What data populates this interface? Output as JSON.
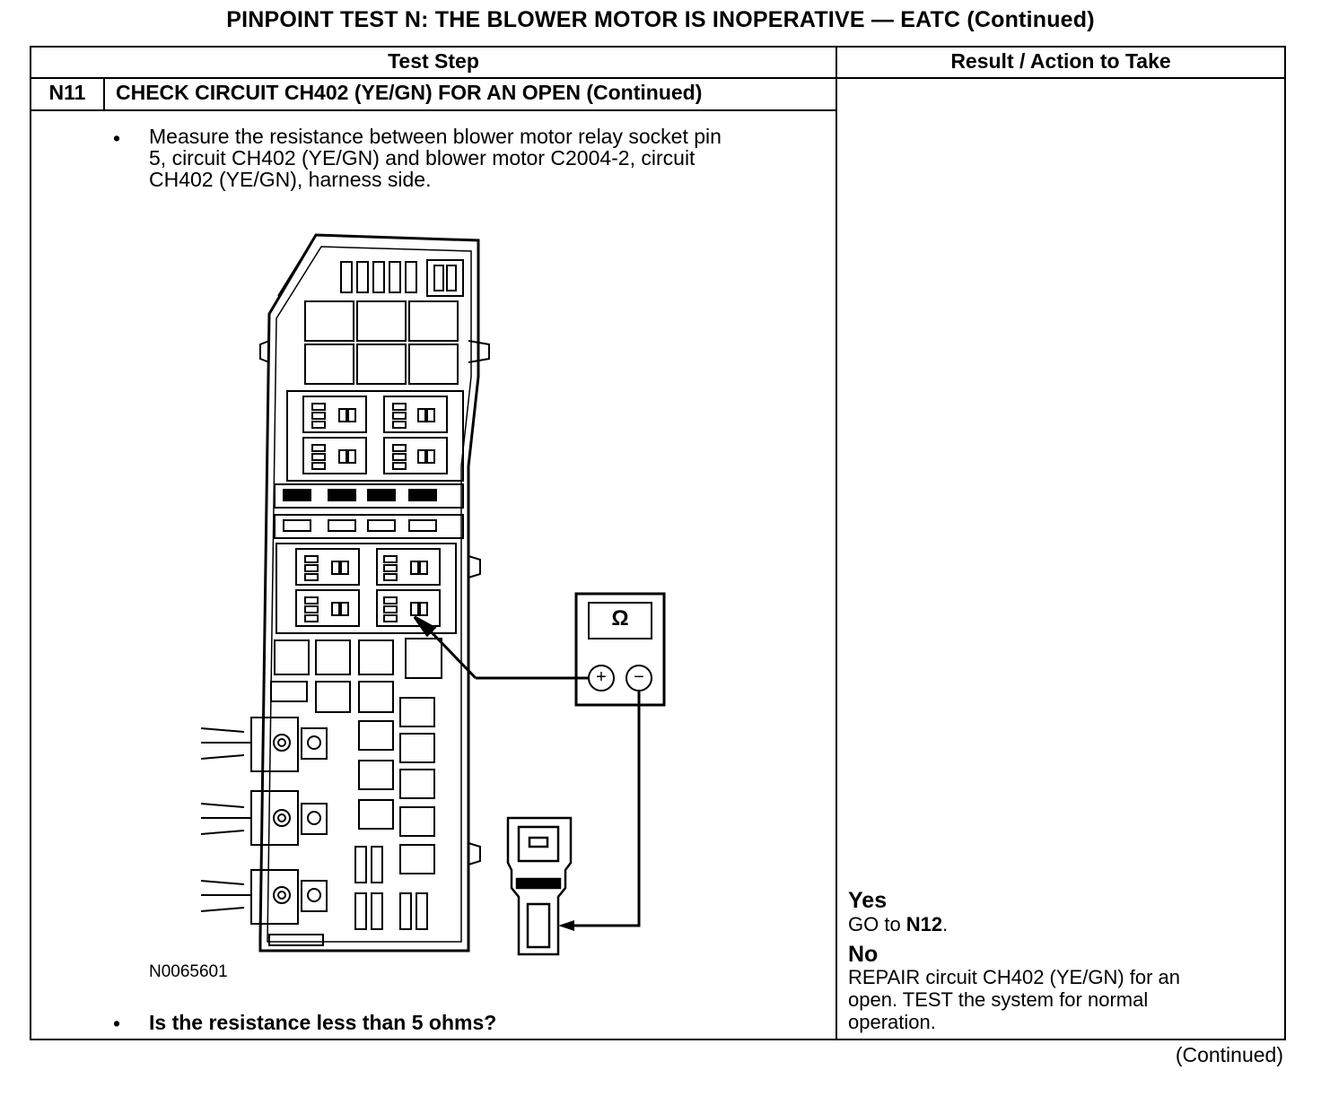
{
  "title": "PINPOINT TEST N: THE BLOWER MOTOR IS INOPERATIVE — EATC (Continued)",
  "table": {
    "col_step": "Test Step",
    "col_result": "Result / Action to Take"
  },
  "step": {
    "number": "N11",
    "title": "CHECK CIRCUIT CH402 (YE/GN) FOR AN OPEN (Continued)",
    "bullet_symbol": "•",
    "instruction_lines": [
      "Measure the resistance between blower motor relay socket pin",
      "5, circuit CH402 (YE/GN) and blower motor C2004-2, circuit",
      "CH402 (YE/GN), harness side."
    ],
    "figure_id": "N0065601",
    "question": "Is the resistance less than 5 ohms?"
  },
  "meter": {
    "symbol": "Ω",
    "plus": "+",
    "minus": "−"
  },
  "result": {
    "yes_label": "Yes",
    "yes_prefix": "GO to ",
    "yes_target": "N12",
    "yes_suffix": ".",
    "no_label": "No",
    "no_lines": [
      "REPAIR circuit CH402 (YE/GN) for an",
      "open. TEST the system for normal",
      "operation."
    ]
  },
  "footer": "(Continued)"
}
